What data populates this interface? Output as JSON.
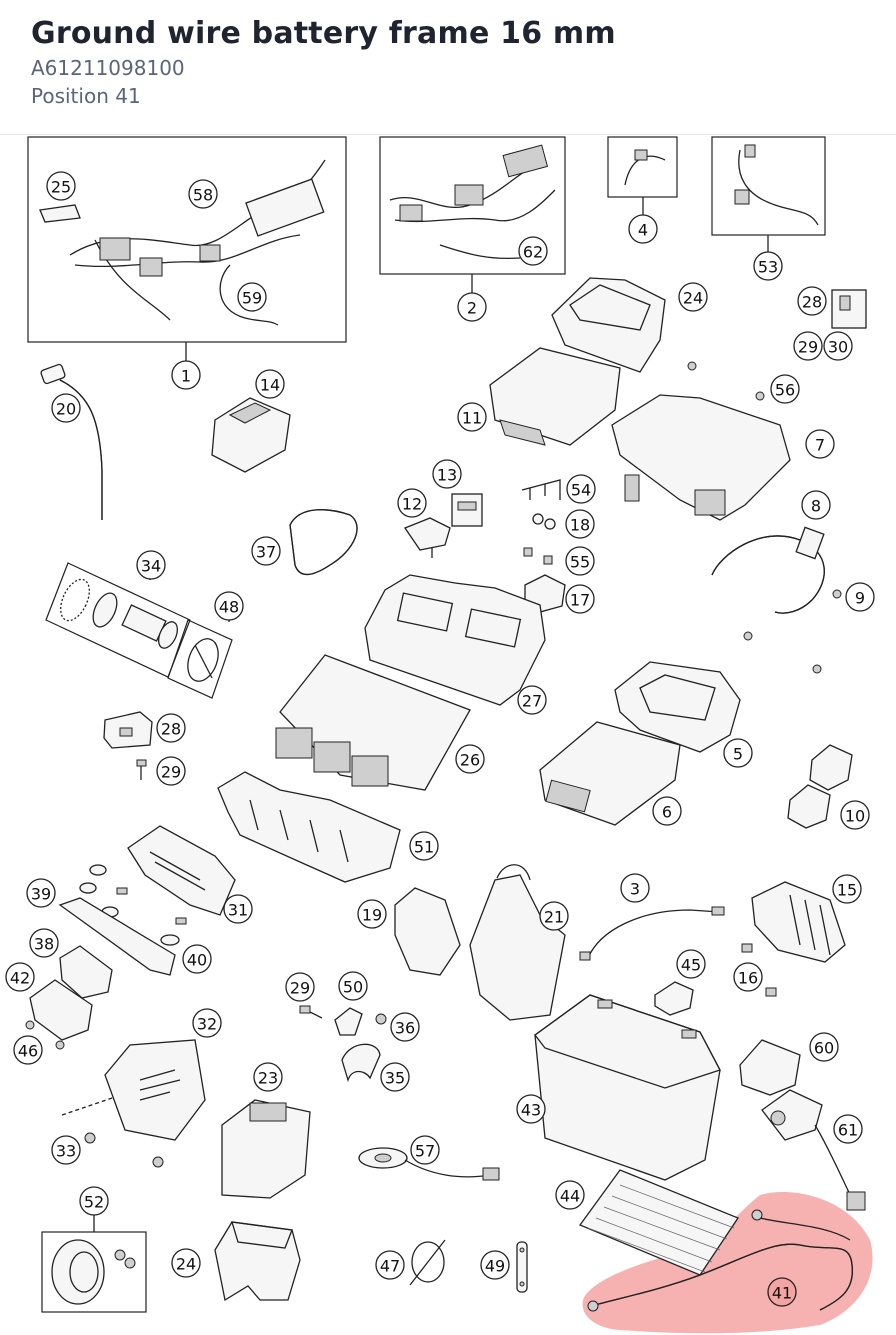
{
  "header": {
    "title": "Ground wire battery frame 16 mm",
    "part_number": "A61211098100",
    "position": "Position 41"
  },
  "highlight": {
    "position": "41",
    "color": "#f4a6a6"
  },
  "callouts": [
    "1",
    "2",
    "3",
    "4",
    "5",
    "6",
    "7",
    "8",
    "9",
    "10",
    "11",
    "12",
    "13",
    "14",
    "15",
    "16",
    "17",
    "18",
    "19",
    "20",
    "21",
    "23",
    "24",
    "24",
    "25",
    "26",
    "27",
    "28",
    "28",
    "29",
    "29",
    "29",
    "30",
    "31",
    "32",
    "33",
    "34",
    "35",
    "36",
    "37",
    "38",
    "39",
    "40",
    "41",
    "42",
    "43",
    "44",
    "45",
    "46",
    "47",
    "48",
    "49",
    "50",
    "51",
    "52",
    "53",
    "54",
    "55",
    "56",
    "57",
    "58",
    "59",
    "60",
    "61",
    "62"
  ]
}
